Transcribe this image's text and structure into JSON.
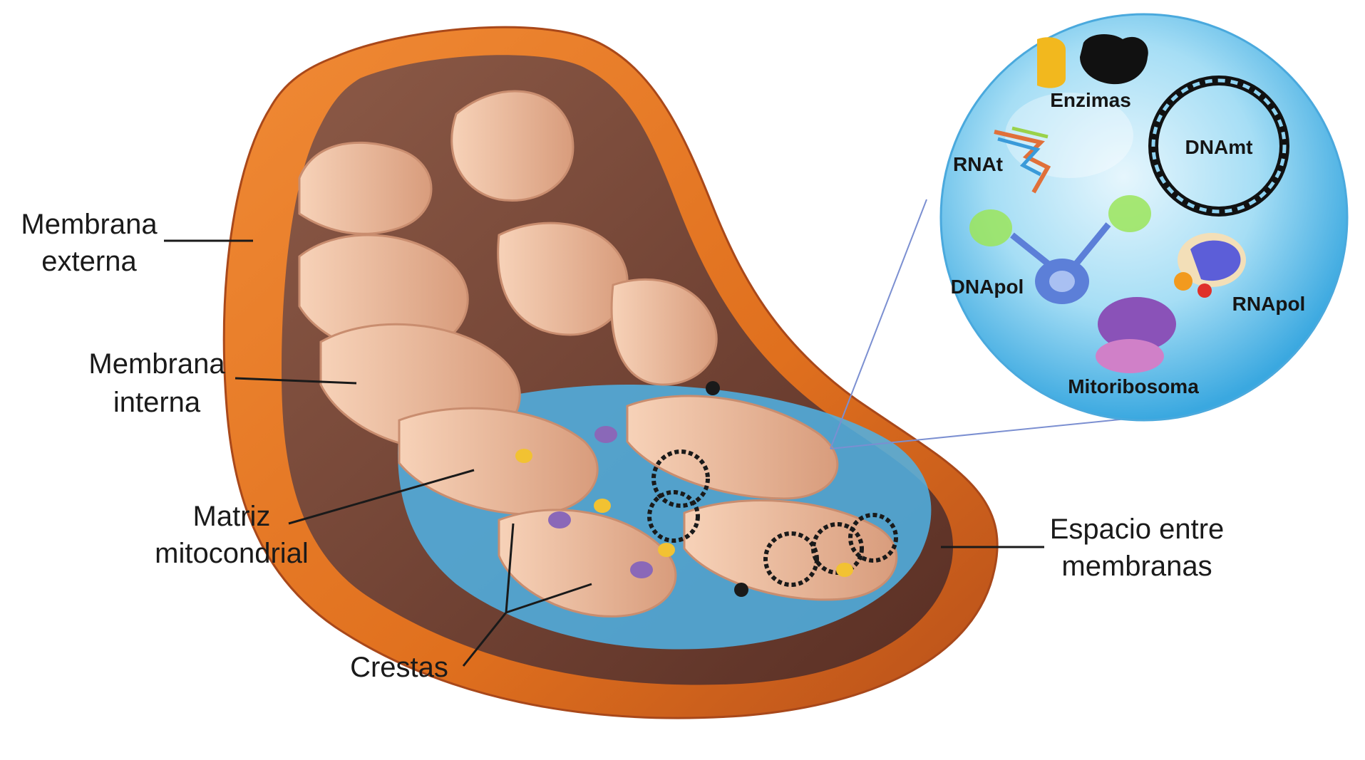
{
  "labels": {
    "outer_membrane": [
      "Membrana",
      "externa"
    ],
    "inner_membrane": [
      "Membrana",
      "interna"
    ],
    "matrix": [
      "Matriz",
      "mitocondrial"
    ],
    "cristae": "Crestas",
    "intermembrane_space": [
      "Espacio entre",
      "membranas"
    ]
  },
  "inset": {
    "enzymes": "Enzimas",
    "mtdna": "DNAmt",
    "trna": "RNAt",
    "dna_polymerase": "DNApol",
    "rna_polymerase": "RNApol",
    "mitoribosome": "Mitoribosoma"
  },
  "colors": {
    "outer_membrane": "#e0701e",
    "outer_membrane_dark": "#b8501a",
    "inner_membrane": "#f2c4a6",
    "cristae_shadow": "#9b6b55",
    "interior_dark": "#6e3e2f",
    "matrix": "#4fb3e6",
    "inset_fill": "#8fd3f2",
    "leader_line": "#1a1a1a",
    "zoom_line": "#7b8fd1"
  }
}
